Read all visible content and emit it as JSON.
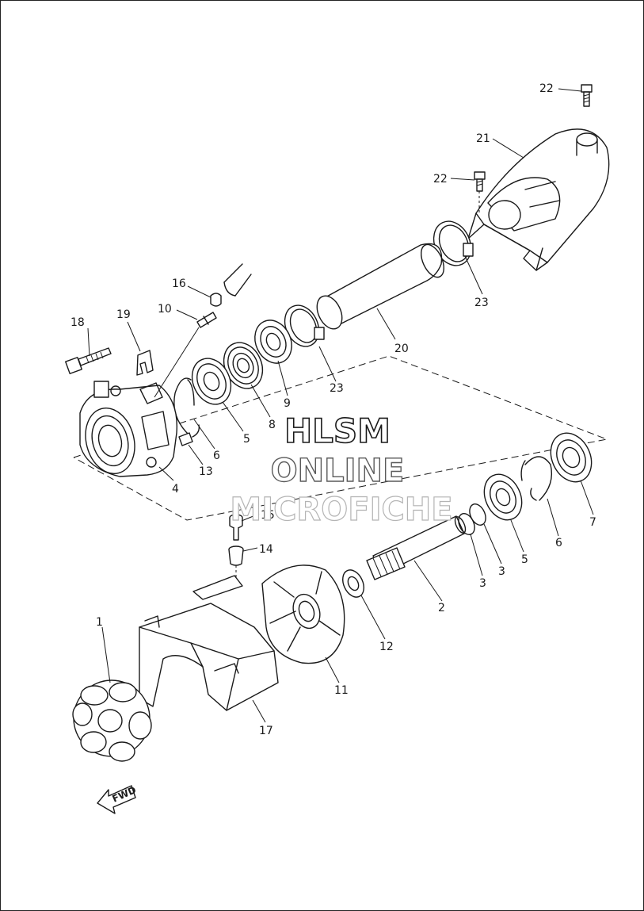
{
  "watermark": {
    "line1": "HLSM",
    "line2": "ONLINE",
    "line3": "MICROFICHE"
  },
  "direction_label": "FWD",
  "callouts": [
    {
      "id": "22a",
      "text": "22"
    },
    {
      "id": "21",
      "text": "21"
    },
    {
      "id": "22b",
      "text": "22"
    },
    {
      "id": "23a",
      "text": "23"
    },
    {
      "id": "20",
      "text": "20"
    },
    {
      "id": "23b",
      "text": "23"
    },
    {
      "id": "16",
      "text": "16"
    },
    {
      "id": "10",
      "text": "10"
    },
    {
      "id": "18",
      "text": "18"
    },
    {
      "id": "19",
      "text": "19"
    },
    {
      "id": "9",
      "text": "9"
    },
    {
      "id": "8",
      "text": "8"
    },
    {
      "id": "5a",
      "text": "5"
    },
    {
      "id": "6a",
      "text": "6"
    },
    {
      "id": "13",
      "text": "13"
    },
    {
      "id": "4",
      "text": "4"
    },
    {
      "id": "15",
      "text": "15"
    },
    {
      "id": "14",
      "text": "14"
    },
    {
      "id": "7",
      "text": "7"
    },
    {
      "id": "6b",
      "text": "6"
    },
    {
      "id": "5b",
      "text": "5"
    },
    {
      "id": "3a",
      "text": "3"
    },
    {
      "id": "3b",
      "text": "3"
    },
    {
      "id": "2",
      "text": "2"
    },
    {
      "id": "12",
      "text": "12"
    },
    {
      "id": "11",
      "text": "11"
    },
    {
      "id": "1",
      "text": "1"
    },
    {
      "id": "17",
      "text": "17"
    }
  ]
}
